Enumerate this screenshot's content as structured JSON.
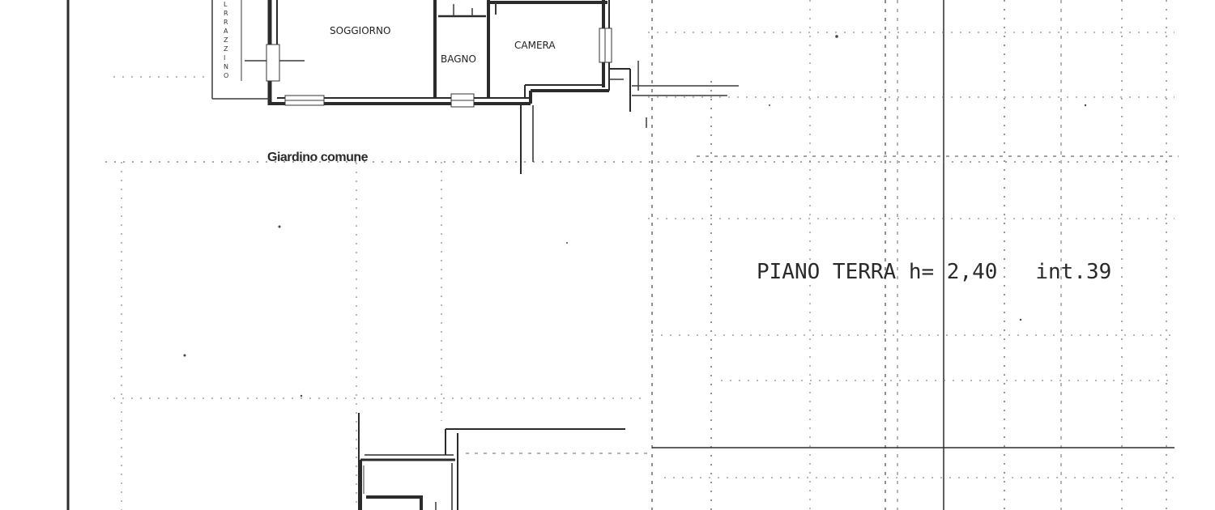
{
  "plan": {
    "rooms": {
      "soggiorno": "SOGGIORNO",
      "bagno": "BAGNO",
      "camera": "CAMERA"
    },
    "vertical_letters": [
      "L",
      "R",
      "R",
      "A",
      "Z",
      "Z",
      "I",
      "N",
      "O"
    ],
    "garden_label": "Giardino comune",
    "title": "PIANO TERRA h= 2,40   int.39"
  }
}
